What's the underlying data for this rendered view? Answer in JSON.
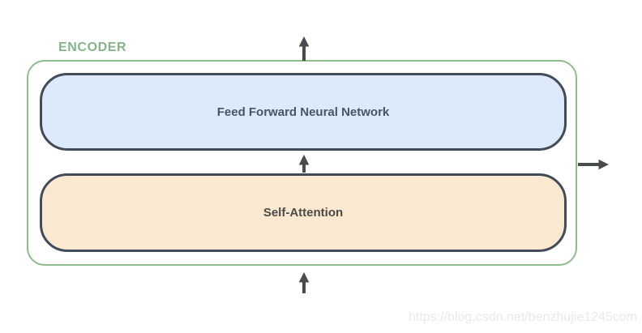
{
  "diagram": {
    "label": "ENCODER",
    "blocks": {
      "ffnn": "Feed Forward Neural Network",
      "self_attention": "Self-Attention"
    }
  },
  "watermark": {
    "text": "https://blog.csdn.net/benzhujie1245com"
  },
  "icons": {
    "arrow_up": "↑",
    "arrow_right": "→"
  },
  "colors": {
    "encoder_border": "#8dbd8f",
    "encoder_label": "#85b587",
    "block_border": "#414b59",
    "ffnn_fill": "#dceafb",
    "ffnn_text": "#475469",
    "self_attention_fill": "#fbe8d1",
    "self_attention_text": "#4c4a47",
    "arrow": "#494c4f",
    "watermark": "#e9e9e9",
    "background": "#ffffff"
  }
}
